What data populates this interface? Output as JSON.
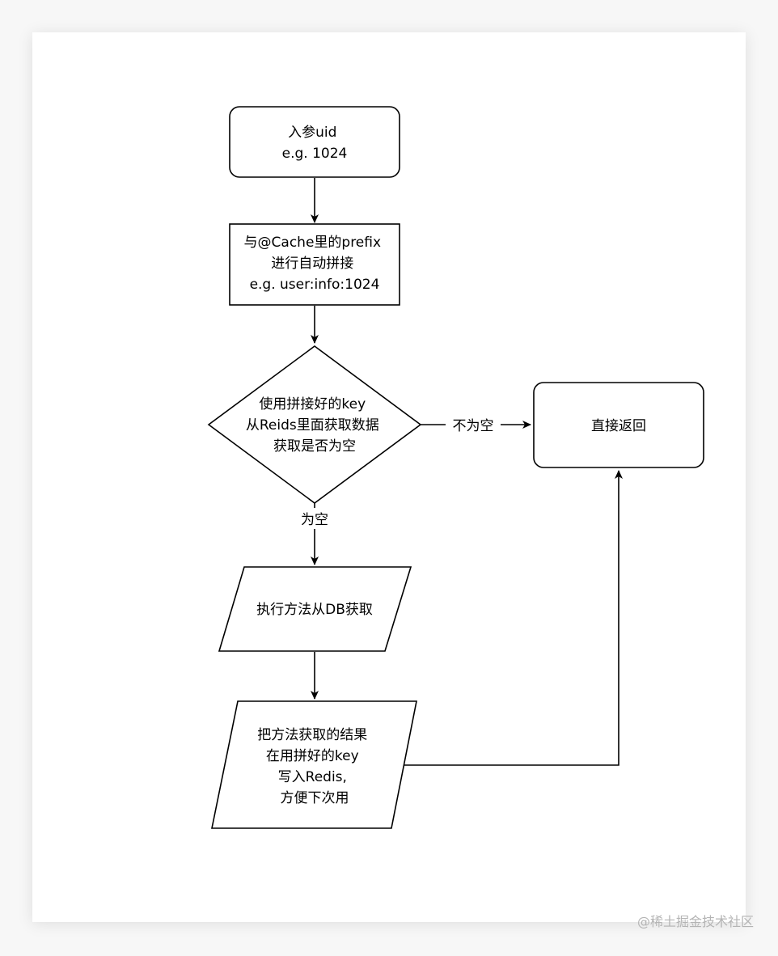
{
  "nodes": {
    "input": {
      "lines": [
        "入参uid",
        "e.g. 1024"
      ]
    },
    "concat": {
      "lines": [
        "与@Cache里的prefix",
        "进行自动拼接",
        "e.g. user:info:1024"
      ]
    },
    "decision": {
      "lines": [
        "使用拼接好的key",
        "从Reids里面获取数据",
        "获取是否为空"
      ]
    },
    "return": {
      "lines": [
        "直接返回"
      ]
    },
    "exec": {
      "lines": [
        "执行方法从DB获取"
      ]
    },
    "write": {
      "lines": [
        "把方法获取的结果",
        "在用拼好的key",
        "写入Redis,",
        "方便下次用"
      ]
    }
  },
  "edges": {
    "not_empty_label": "不为空",
    "empty_label": "为空"
  },
  "watermark": "@稀土掘金技术社区"
}
